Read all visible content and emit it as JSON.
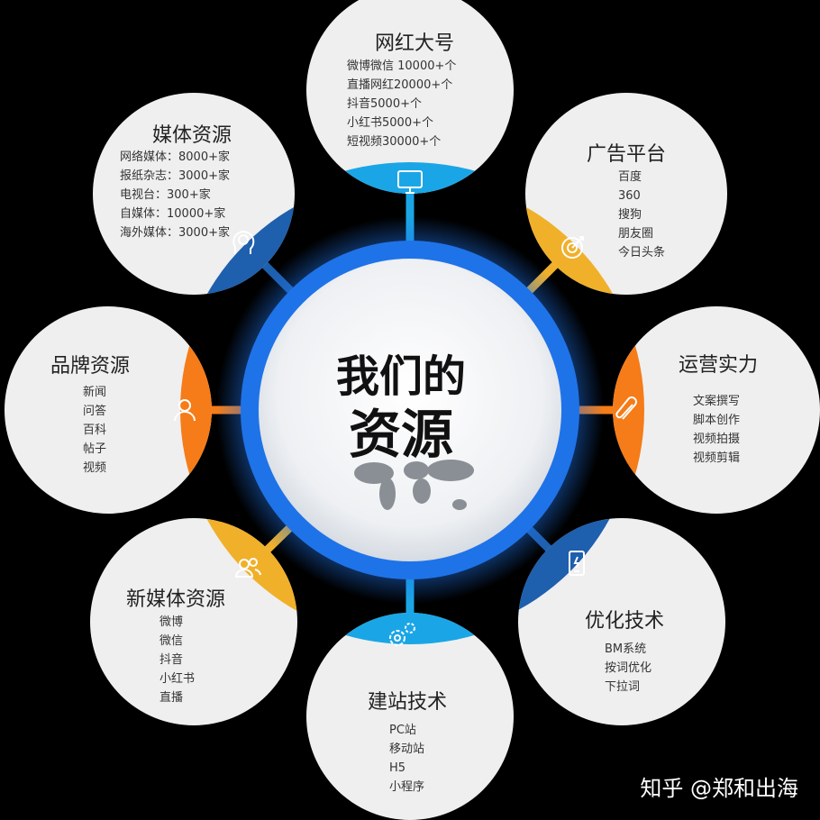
{
  "center": {
    "line1": "我们的",
    "line2": "资源"
  },
  "colors": {
    "light_blue": "#1aa6e6",
    "yellow": "#f0b02a",
    "orange": "#f57c18",
    "dark_blue": "#1e5fae",
    "ring": "#1f73e8"
  },
  "nodes": [
    {
      "title": "网红大号",
      "items": [
        "微博微信 10000+个",
        "直播网红20000+个",
        "抖音5000+个",
        "小红书5000+个",
        "短视频30000+个"
      ],
      "icon": "monitor-icon",
      "color": "#1aa6e6"
    },
    {
      "title": "广告平台",
      "items": [
        "百度",
        "360",
        "搜狗",
        "朋友圈",
        "今日头条"
      ],
      "icon": "target-icon",
      "color": "#f0b02a"
    },
    {
      "title": "运营实力",
      "items": [
        "文案撰写",
        "脚本创作",
        "视频拍摄",
        "视频剪辑"
      ],
      "icon": "paperclip-icon",
      "color": "#f57c18"
    },
    {
      "title": "优化技术",
      "items": [
        "BM系统",
        "按词优化",
        "下拉词"
      ],
      "icon": "phone-icon",
      "color": "#1e5fae"
    },
    {
      "title": "建站技术",
      "items": [
        "PC站",
        "移动站",
        "H5",
        "小程序"
      ],
      "icon": "gears-icon",
      "color": "#1aa6e6"
    },
    {
      "title": "新媒体资源",
      "items": [
        "微博",
        "微信",
        "抖音",
        "小红书",
        "直播"
      ],
      "icon": "users-icon",
      "color": "#f0b02a"
    },
    {
      "title": "品牌资源",
      "items": [
        "新闻",
        "问答",
        "百科",
        "帖子",
        "视频"
      ],
      "icon": "user-icon",
      "color": "#f57c18"
    },
    {
      "title": "媒体资源",
      "items": [
        "网络媒体：8000+家",
        "报纸杂志：3000+家",
        "电视台：300+家",
        "自媒体：10000+家",
        "海外媒体：3000+家"
      ],
      "icon": "brain-icon",
      "color": "#1e5fae"
    }
  ],
  "watermark": "知乎 @郑和出海"
}
